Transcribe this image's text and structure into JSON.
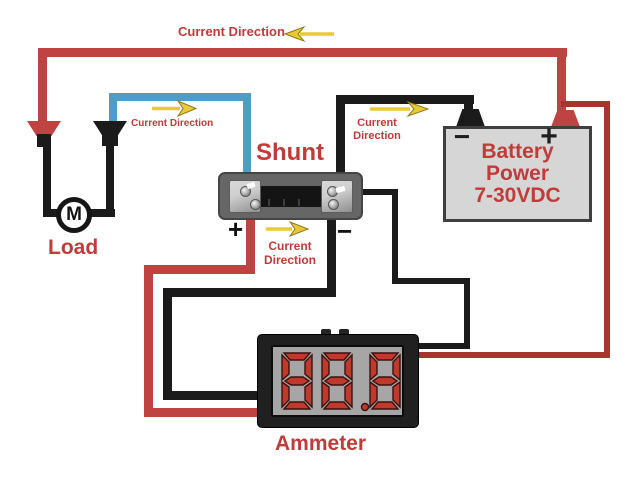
{
  "colors": {
    "wire-red": "#bf4341",
    "wire-thin-red": "#a83430",
    "wire-black": "#1b1b1b",
    "wire-blue": "#4d9dc6",
    "arrow-yellow": "#e9c937",
    "arrow-outline": "#8f7a1a",
    "label-red": "#c23b38",
    "battery-fill": "#d6d6d6",
    "battery-border": "#3f3f3f",
    "shunt-gray": "#666666",
    "metal-light": "#cfcfcf",
    "ammeter-body": "#202020",
    "display-gray": "#a6a6a6",
    "segment-red": "#c0392b"
  },
  "labels": {
    "current_direction_top": "Current Direction",
    "current_direction_load_loop": "Current Direction",
    "current_direction_battery_line1": "Current",
    "current_direction_battery_line2": "Direction",
    "current_direction_shunt_line1": "Current",
    "current_direction_shunt_line2": "Direction",
    "shunt_title": "Shunt",
    "load_label": "Load",
    "motor_symbol": "M",
    "shunt_plus": "+",
    "shunt_minus": "−",
    "battery_minus": "−",
    "battery_plus": "+"
  },
  "battery": {
    "line1": "Battery",
    "line2": "Power",
    "line3": "7-30VDC"
  },
  "ammeter": {
    "label": "Ammeter",
    "display_value": "88.8"
  }
}
